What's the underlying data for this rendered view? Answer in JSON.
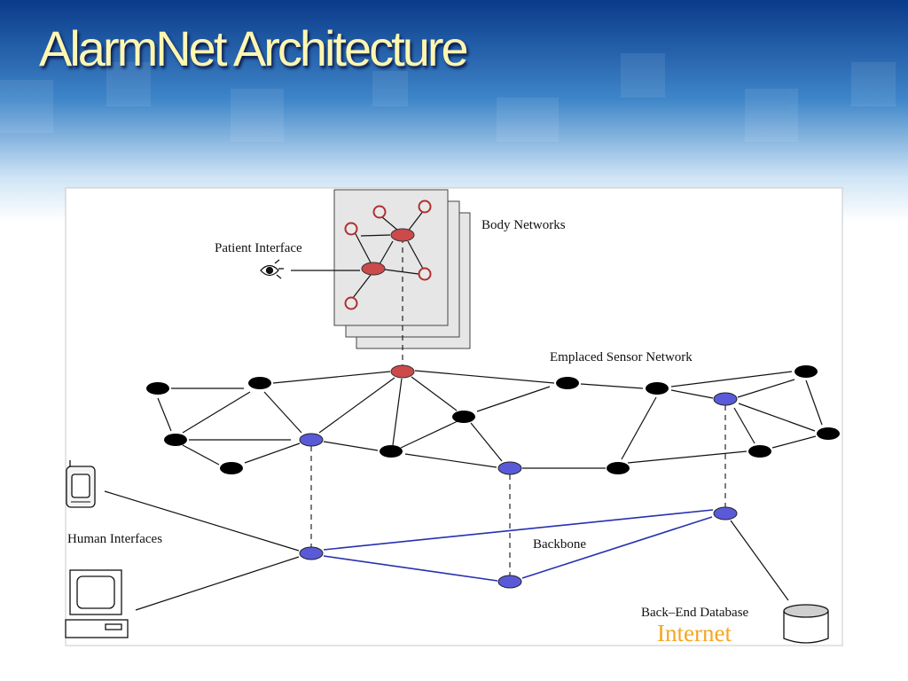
{
  "slide": {
    "title": "AlarmNet Architecture"
  },
  "labels": {
    "patient_interface": "Patient Interface",
    "body_networks": "Body Networks",
    "emplaced_sensor_network": "Emplaced Sensor Network",
    "human_interfaces": "Human Interfaces",
    "backbone": "Backbone",
    "back_end_database": "Back–End Database",
    "internet": "Internet"
  },
  "colors": {
    "body_node": "#cc4a4a",
    "sensor_node": "#000000",
    "backbone_node": "#5a5ad8",
    "backbone_link": "#2630b0",
    "internet_text": "#f5a623",
    "title_text": "#fff6b0"
  },
  "icons": {
    "patient_interface": "eye-icon",
    "pda": "pda-icon",
    "computer": "computer-icon",
    "database": "database-icon"
  }
}
